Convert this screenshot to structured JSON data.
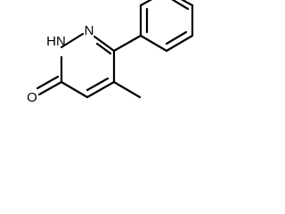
{
  "molecule": {
    "labels": {
      "carbonyl_oxygen": "O",
      "nh_nitrogen": "HN",
      "ring_nitrogen": "N"
    }
  }
}
